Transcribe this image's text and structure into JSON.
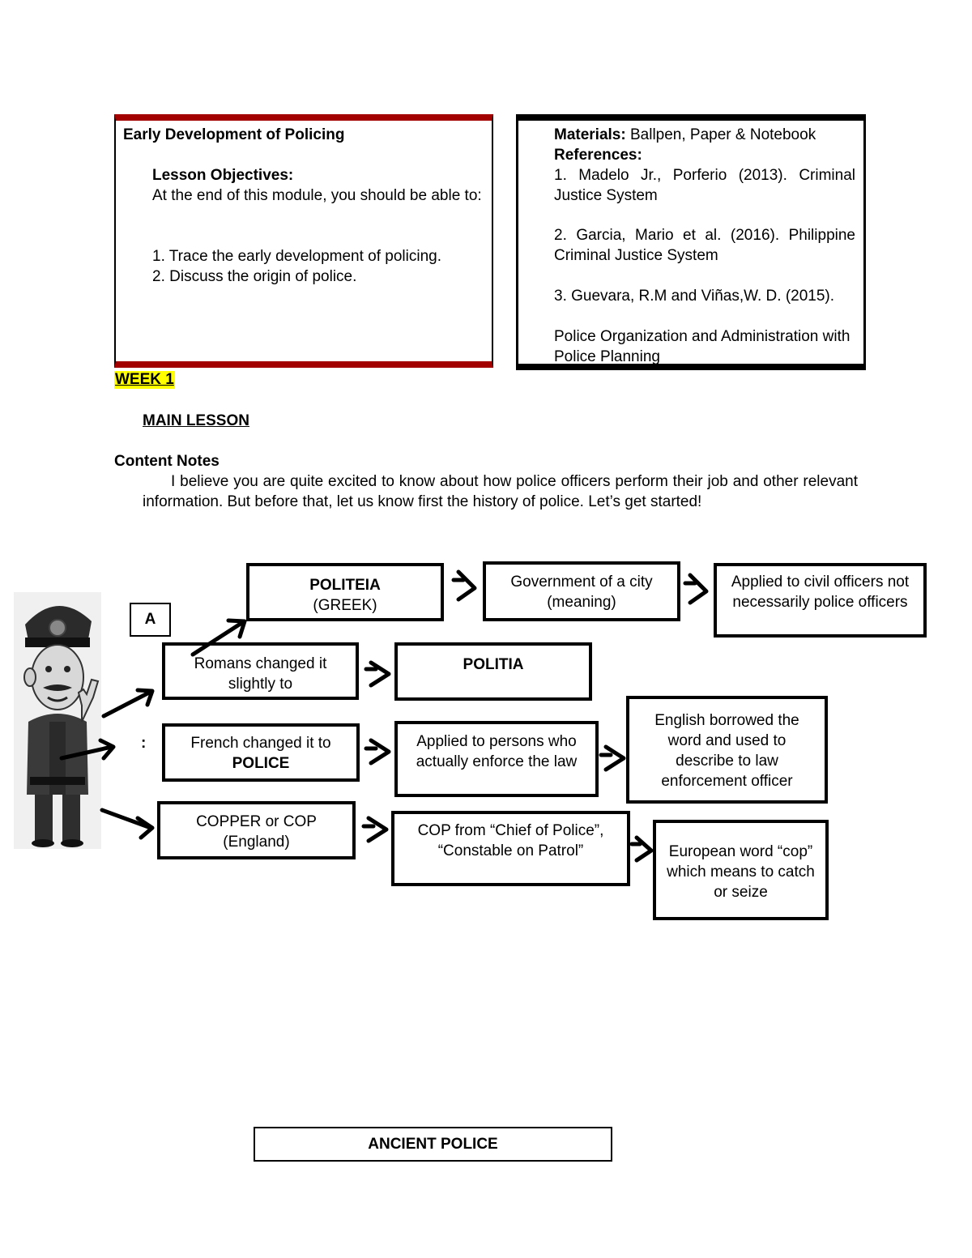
{
  "header": {
    "title": "Early Development of Policing",
    "objectives_heading": "Lesson Objectives:",
    "objectives_intro": "At the end of this module, you should be able to:",
    "objectives": [
      "1. Trace the early development of policing.",
      "2. Discuss the origin of police."
    ],
    "materials_label": "Materials:",
    "materials_value": " Ballpen, Paper & Notebook",
    "references_heading": "References:",
    "references": [
      "1. Madelo Jr., Porferio (2013). Criminal Justice System",
      "2. Garcia, Mario et al. (2016). Philippine Criminal Justice System",
      "3. Guevara, R.M and Viñas,W. D. (2015).",
      "Police Organization and Administration with Police Planning"
    ]
  },
  "week_label": "WEEK 1",
  "main_lesson": "MAIN LESSON",
  "content_notes_heading": "Content Notes",
  "content_notes_text": "I believe you are quite excited to know about how police officers perform their job and other relevant information. But before that, let us know first the history of police. Let’s get started!",
  "diagram": {
    "marker_a": "A",
    "colon_mark": ":",
    "politeia_title": "POLITEIA",
    "politeia_sub": "(GREEK)",
    "government": "Government of a city (meaning)",
    "civil_officers": "Applied to civil officers not necessarily police officers",
    "romans": "Romans changed it slightly to",
    "politia": "POLITIA",
    "french_line": "French changed it to",
    "french_bold": "POLICE",
    "applied_persons": "Applied to persons who actually enforce the law",
    "english": "English borrowed the word and used to describe to law enforcement officer",
    "copper": "COPPER or COP (England)",
    "cop_from": "COP from “Chief of Police”, “Constable on Patrol”",
    "european": "European word “cop” which means to catch or seize"
  },
  "ancient_police": "ANCIENT POLICE",
  "icons": [
    "police-officer-illustration",
    "arrow-icon"
  ]
}
